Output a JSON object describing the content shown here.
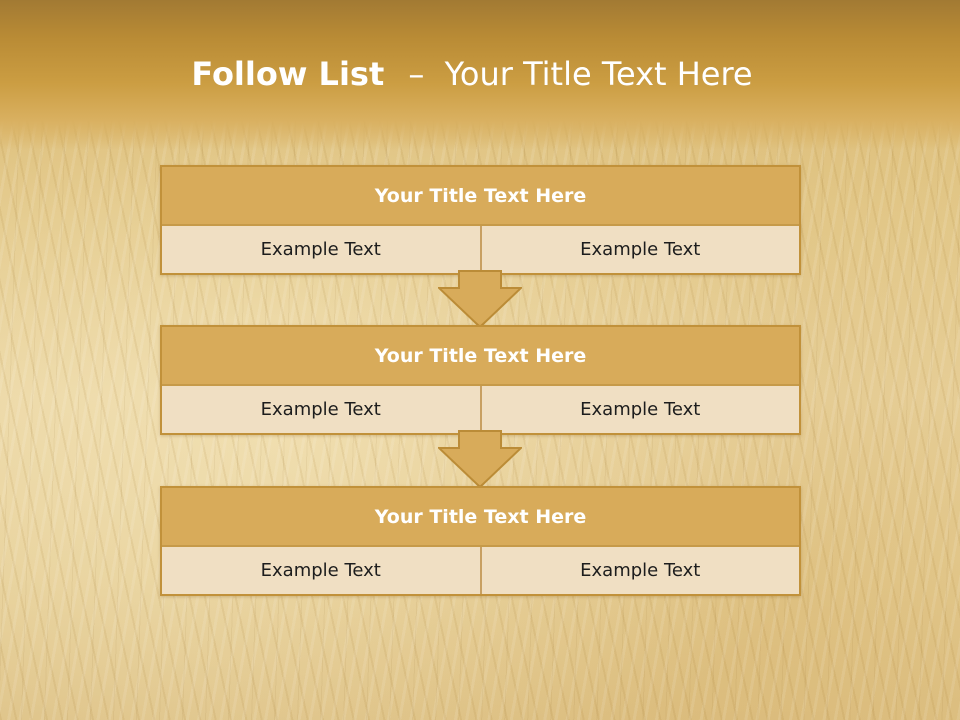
{
  "slide": {
    "title_bold": "Follow List",
    "title_separator": "–",
    "title_rest": "Your Title Text Here"
  },
  "blocks": [
    {
      "title": "Your Title Text Here",
      "left": "Example Text",
      "right": "Example Text"
    },
    {
      "title": "Your Title Text Here",
      "left": "Example Text",
      "right": "Example Text"
    },
    {
      "title": "Your Title Text Here",
      "left": "Example Text",
      "right": "Example Text"
    }
  ],
  "colors": {
    "accent": "#d8ab5a",
    "border": "#c1913a",
    "cell_fill": "#f0dfc3",
    "banner": "#b98b35"
  },
  "icons": [
    "down-arrow-icon"
  ]
}
